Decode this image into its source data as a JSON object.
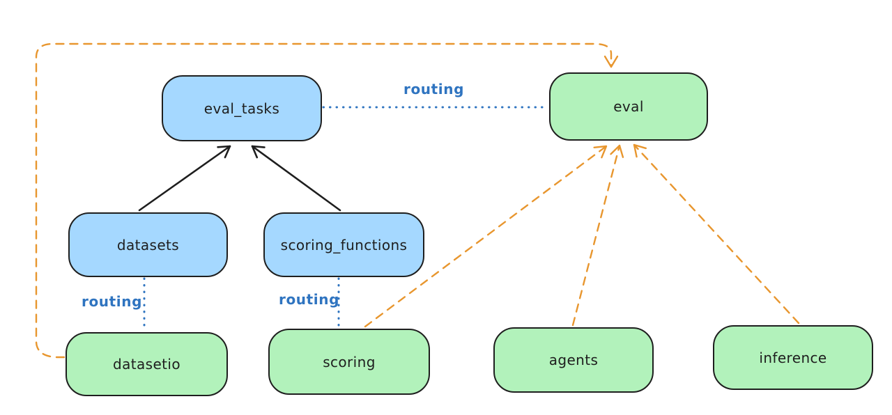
{
  "diagram": {
    "nodes": [
      {
        "id": "eval_tasks",
        "label": "eval_tasks",
        "fill": "#a5d8ff"
      },
      {
        "id": "eval",
        "label": "eval",
        "fill": "#b2f2bb"
      },
      {
        "id": "datasets",
        "label": "datasets",
        "fill": "#a5d8ff"
      },
      {
        "id": "scoring_functions",
        "label": "scoring_functions",
        "fill": "#a5d8ff"
      },
      {
        "id": "datasetio",
        "label": "datasetio",
        "fill": "#b2f2bb"
      },
      {
        "id": "scoring",
        "label": "scoring",
        "fill": "#b2f2bb"
      },
      {
        "id": "agents",
        "label": "agents",
        "fill": "#b2f2bb"
      },
      {
        "id": "inference",
        "label": "inference",
        "fill": "#b2f2bb"
      }
    ],
    "edges": [
      {
        "from": "datasets",
        "to": "eval_tasks",
        "style": "solid",
        "arrow": true,
        "color": "#1e1e1e"
      },
      {
        "from": "scoring_functions",
        "to": "eval_tasks",
        "style": "solid",
        "arrow": true,
        "color": "#1e1e1e"
      },
      {
        "from": "eval_tasks",
        "to": "eval",
        "style": "dotted",
        "arrow": false,
        "label": "routing",
        "color": "#2f74c0"
      },
      {
        "from": "datasets",
        "to": "datasetio",
        "style": "dotted",
        "arrow": false,
        "label": "routing",
        "color": "#2f74c0"
      },
      {
        "from": "scoring_functions",
        "to": "scoring",
        "style": "dotted",
        "arrow": false,
        "label": "routing",
        "color": "#2f74c0"
      },
      {
        "from": "datasetio",
        "to": "eval",
        "style": "dashed",
        "arrow": true,
        "color": "#e8962e"
      },
      {
        "from": "scoring",
        "to": "eval",
        "style": "dashed",
        "arrow": true,
        "color": "#e8962e"
      },
      {
        "from": "agents",
        "to": "eval",
        "style": "dashed",
        "arrow": true,
        "color": "#e8962e"
      },
      {
        "from": "inference",
        "to": "eval",
        "style": "dashed",
        "arrow": true,
        "color": "#e8962e"
      }
    ],
    "colors": {
      "blue_node_fill": "#a5d8ff",
      "green_node_fill": "#b2f2bb",
      "node_border": "#1e1e1e",
      "routing_blue": "#2f74c0",
      "dependency_orange": "#e8962e",
      "background": "#ffffff"
    }
  }
}
